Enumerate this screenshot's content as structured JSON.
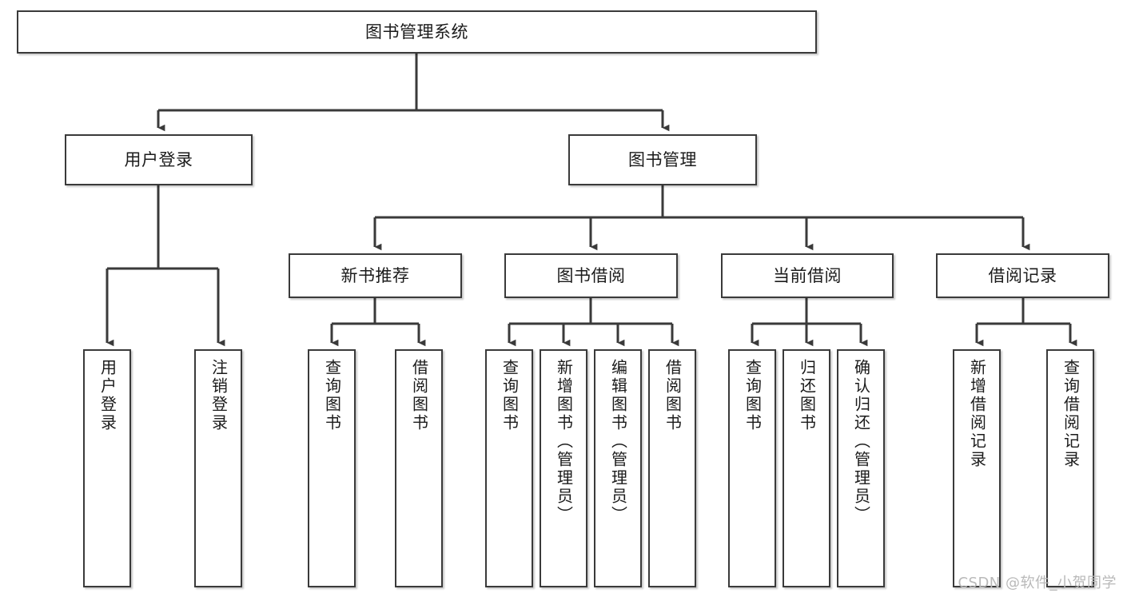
{
  "diagram": {
    "type": "tree-hierarchy-chart",
    "title_node": {
      "label": "图书管理系统"
    },
    "level2": [
      {
        "id": "user-login",
        "label": "用户登录"
      },
      {
        "id": "book-management",
        "label": "图书管理"
      }
    ],
    "level3": [
      {
        "id": "new-book-recommend",
        "label": "新书推荐"
      },
      {
        "id": "book-borrow",
        "label": "图书借阅"
      },
      {
        "id": "current-borrow",
        "label": "当前借阅"
      },
      {
        "id": "borrow-record",
        "label": "借阅记录"
      }
    ],
    "leaves": {
      "user_login": [
        {
          "id": "leaf-user-login",
          "label": "用户登录"
        },
        {
          "id": "leaf-logout-login",
          "label": "注销登录"
        }
      ],
      "new_book_recommend": [
        {
          "id": "leaf-query-book-1",
          "label": "查询图书"
        },
        {
          "id": "leaf-borrow-book-1",
          "label": "借阅图书"
        }
      ],
      "book_borrow": [
        {
          "id": "leaf-query-book-2",
          "label": "查询图书"
        },
        {
          "id": "leaf-add-book",
          "label": "新增图书（管理员）"
        },
        {
          "id": "leaf-edit-book",
          "label": "编辑图书（管理员）"
        },
        {
          "id": "leaf-borrow-book-2",
          "label": "借阅图书"
        }
      ],
      "current_borrow": [
        {
          "id": "leaf-query-book-3",
          "label": "查询图书"
        },
        {
          "id": "leaf-return-book",
          "label": "归还图书"
        },
        {
          "id": "leaf-confirm-return",
          "label": "确认归还（管理员）"
        }
      ],
      "borrow_record": [
        {
          "id": "leaf-add-record",
          "label": "新增借阅记录"
        },
        {
          "id": "leaf-query-record",
          "label": "查询借阅记录"
        }
      ]
    },
    "colors": {
      "stroke": "#3a3a3a",
      "fill": "#ffffff",
      "text": "#1b1b1b",
      "watermark": "#b9b9b9"
    }
  },
  "watermark": {
    "text": "CSDN @软件_小贺同学"
  }
}
